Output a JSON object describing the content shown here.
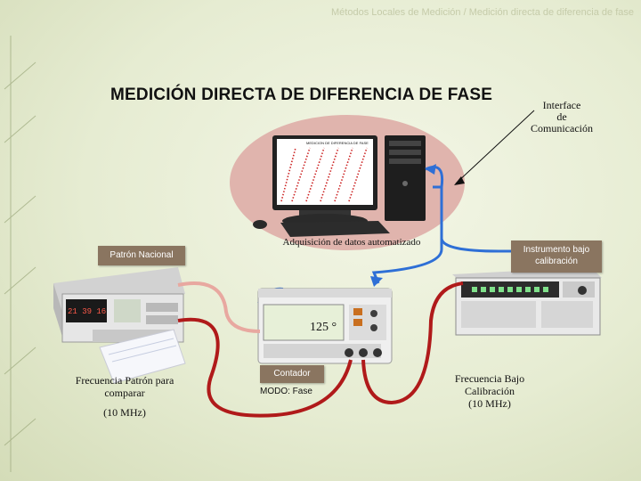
{
  "header": "Métodos Locales de Medición / Medición directa de diferencia de fase",
  "title": "MEDICIÓN DIRECTA DE DIFERENCIA DE FASE",
  "interface_label": [
    "Interface",
    "de",
    "Comunicación"
  ],
  "acquisition_label": "Adquisición de datos automatizado",
  "patron_label": "Patrón Nacional",
  "instrument_label": [
    "Instrumento bajo",
    "calibración"
  ],
  "counter_label": "Contador",
  "mode_label": "MODO: Fase",
  "counter_reading": "125 °",
  "patron_freq_label": [
    "Frecuencia Patrón para",
    "comparar"
  ],
  "patron_freq_value": "(10 MHz)",
  "low_freq_label": [
    "Frecuencia Bajo",
    "Calibración",
    "(10 MHz)"
  ],
  "screen_plot_title": "MEDICION DE DIFERENCIA DE FASE",
  "patron_display": "21 39 16",
  "colors": {
    "accent": "#8a7560",
    "cable_red": "#b01a1a",
    "cable_pink": "#e8a8a0",
    "link_blue": "#2e6fd6"
  }
}
